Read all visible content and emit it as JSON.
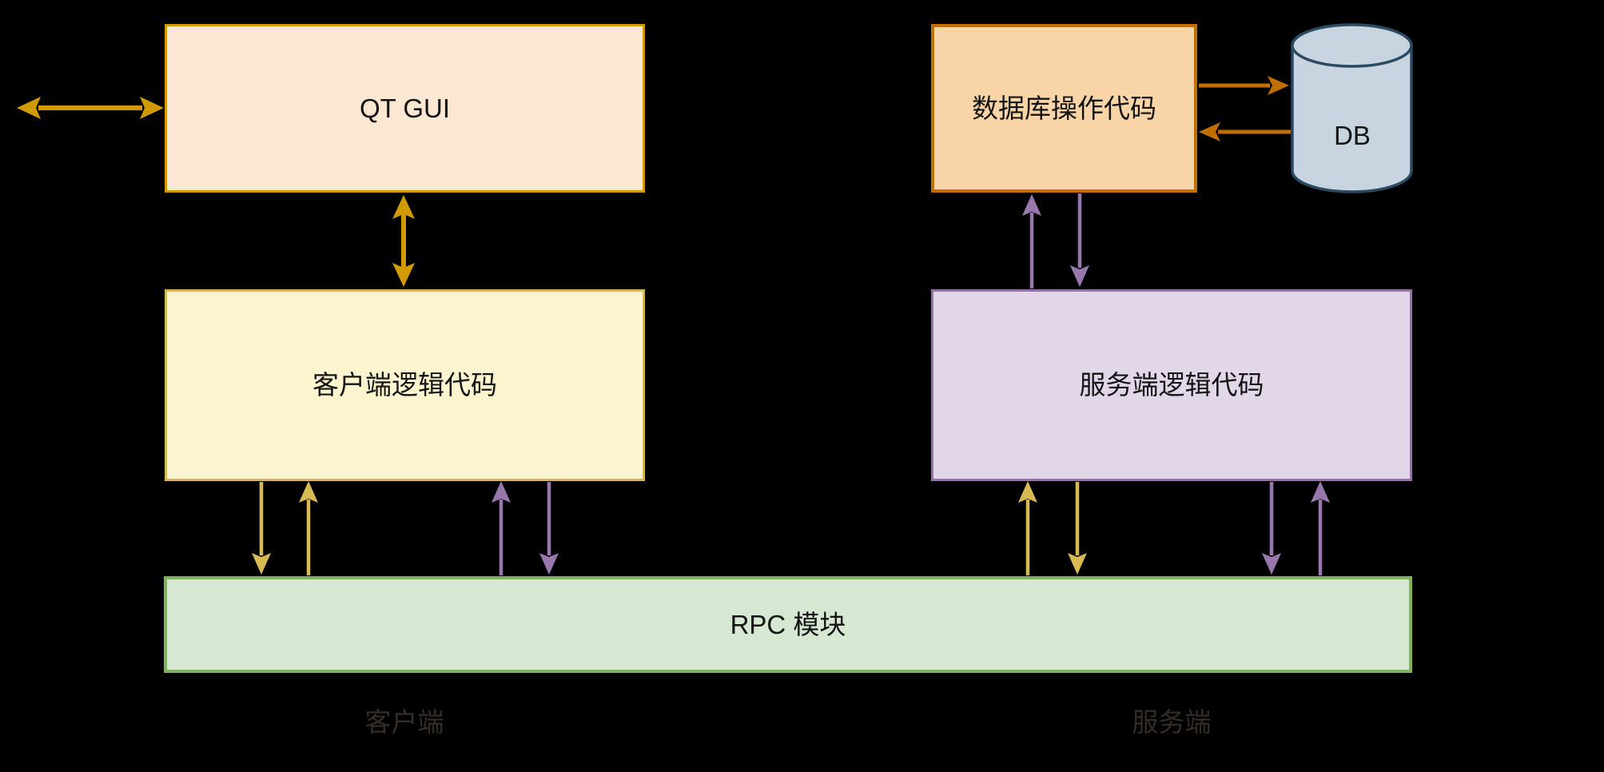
{
  "diagram": {
    "background_color": "#000000",
    "nodes": {
      "qt_gui": {
        "label": "QT GUI",
        "fill": "#FCE8D2",
        "border": "#D19B00"
      },
      "client_logic": {
        "label": "客户端逻辑代码",
        "fill": "#FCF3CF",
        "border": "#D6B656"
      },
      "db_ops": {
        "label": "数据库操作代码",
        "fill": "#F9D4A6",
        "border": "#C06E00"
      },
      "server_logic": {
        "label": "服务端逻辑代码",
        "fill": "#E2D6E9",
        "border": "#9673A6"
      },
      "rpc": {
        "label": "RPC 模块",
        "fill": "#D7E8D2",
        "border": "#7FB25D"
      },
      "db": {
        "label": "DB",
        "fill": "#C8D4E0",
        "border": "#2A4A63"
      }
    },
    "section_labels": {
      "client": "客户端",
      "server": "服务端"
    },
    "arrow_colors": {
      "gold": "#D19B00",
      "yellow": "#D8BA52",
      "purple": "#9878AC",
      "dark_orange": "#C06E00"
    }
  }
}
